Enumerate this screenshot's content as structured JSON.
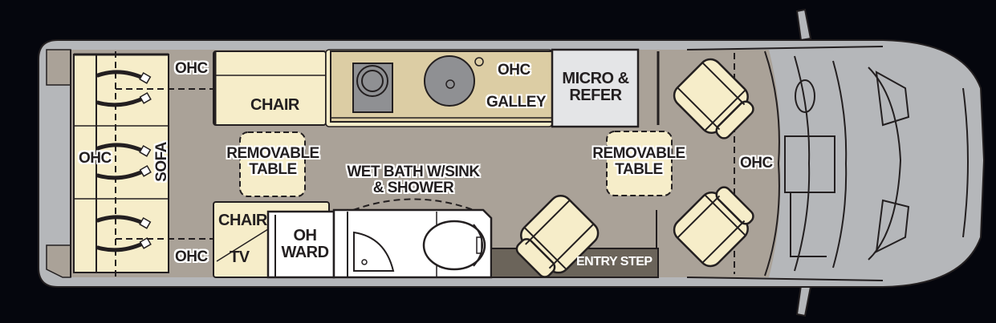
{
  "floorplan": {
    "colors": {
      "background": "#05060d",
      "body_shell": "#b5b7ba",
      "floor": "#aaa298",
      "cabinet_cream": "#f6edc9",
      "galley_counter": "#dccda4",
      "appliance_grey": "#8f9093",
      "micro_refer_panel": "#e4e5e7",
      "bath_white": "#ffffff",
      "entry_step": "#6b645a",
      "outline": "#231f20"
    },
    "labels": {
      "ohc_rear_top": "OHC",
      "ohc_sofa": "OHC",
      "sofa": "SOFA",
      "ohc_rear_bottom": "OHC",
      "chair_top": "CHAIR",
      "removable_table_rear": [
        "REMOVABLE",
        "TABLE"
      ],
      "chair_bottom": "CHAIR",
      "tv": "TV",
      "oh_ward": [
        "OH",
        "WARD"
      ],
      "ohc_galley": "OHC",
      "galley": "GALLEY",
      "micro_refer": [
        "MICRO &",
        "REFER"
      ],
      "wet_bath": [
        "WET BATH W/SINK",
        "& SHOWER"
      ],
      "removable_table_front": [
        "REMOVABLE",
        "TABLE"
      ],
      "ohc_cab": "OHC",
      "entry_step": "ENTRY STEP"
    }
  }
}
